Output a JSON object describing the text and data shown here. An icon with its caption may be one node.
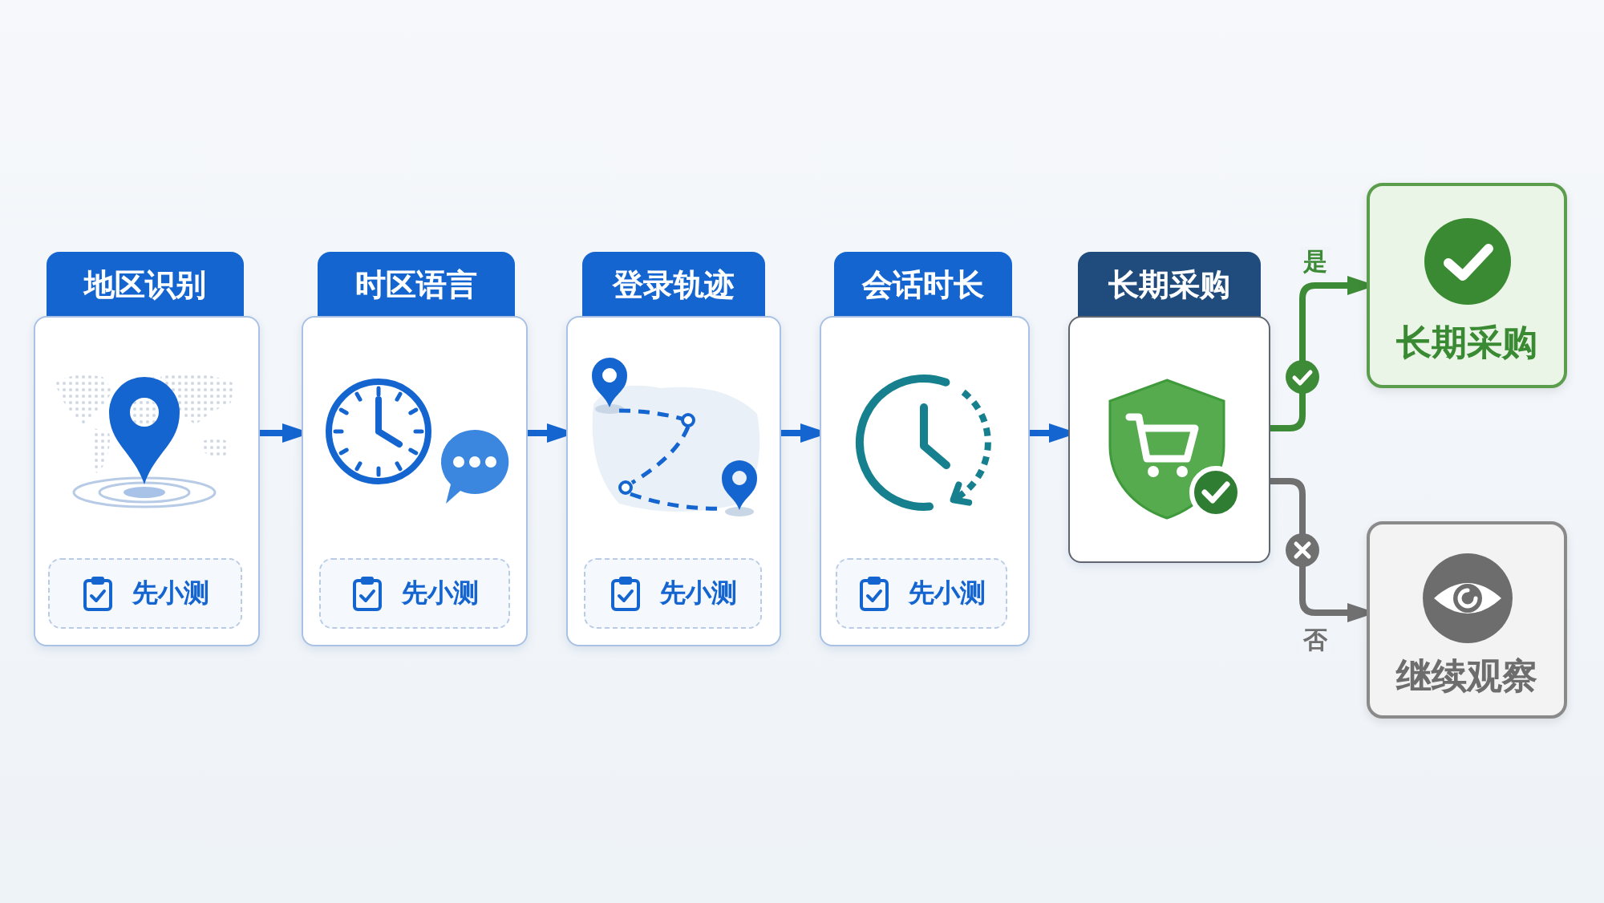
{
  "diagram": {
    "nodes": [
      {
        "text": [
          "地区识别"
        ]
      },
      {
        "text": [
          "先小测"
        ],
        "in": 0
      },
      {
        "text": [
          "时区语言"
        ]
      },
      {
        "text": [
          "先小测"
        ],
        "in": 2
      },
      {
        "text": [
          "登录轨迹"
        ]
      },
      {
        "text": [
          "先小测"
        ],
        "in": 4
      },
      {
        "text": [
          "会话时长"
        ]
      },
      {
        "text": [
          "先小测"
        ],
        "in": 6
      },
      {
        "text": [
          "长期采购"
        ]
      },
      {
        "text": [
          "长期采购"
        ]
      },
      {
        "text": [
          "继续观察"
        ]
      }
    ],
    "edges": [
      {
        "from": 0,
        "to": 2,
        "arrow": "to"
      },
      {
        "from": 2,
        "to": 4,
        "arrow": "to"
      },
      {
        "from": 4,
        "to": 6,
        "arrow": "to"
      },
      {
        "from": 6,
        "to": 8,
        "arrow": "to"
      },
      {
        "from": 8,
        "to": 9,
        "arrow": "to",
        "label": "是",
        "color": "#3d8b37"
      },
      {
        "from": 8,
        "to": 10,
        "arrow": "to",
        "label": "否",
        "color": "#707070"
      }
    ]
  }
}
